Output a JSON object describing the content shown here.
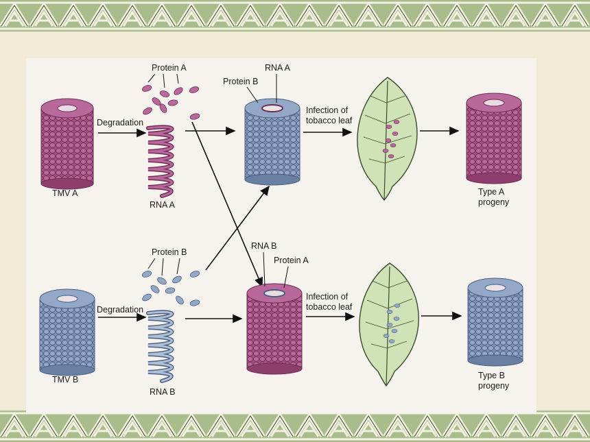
{
  "colors": {
    "purple": "#a2507e",
    "purple_dark": "#6e2c55",
    "blue": "#7d93b4",
    "blue_dark": "#4a5e80",
    "leaf": "#cfe3b6",
    "leaf_edge": "#3b4a2c",
    "band": "#a9c08c",
    "band_line": "#5a6b44"
  },
  "labels": {
    "protein_a_top": "Protein A",
    "rna_a_top": "RNA A",
    "protein_b_top": "Protein B",
    "degradation_top": "Degradation",
    "infection_top_1": "Infection of",
    "infection_top_2": "tobacco leaf",
    "tmv_a": "TMV A",
    "rna_a_bottom": "RNA A",
    "type_a_1": "Type A",
    "type_a_2": "progeny",
    "protein_b_mid": "Protein B",
    "rna_b_top": "RNA B",
    "protein_a_mid": "Protein A",
    "degradation_bottom": "Degradation",
    "infection_bottom_1": "Infection of",
    "infection_bottom_2": "tobacco leaf",
    "tmv_b": "TMV B",
    "rna_b_bottom": "RNA B",
    "type_b_1": "Type B",
    "type_b_2": "progeny"
  }
}
